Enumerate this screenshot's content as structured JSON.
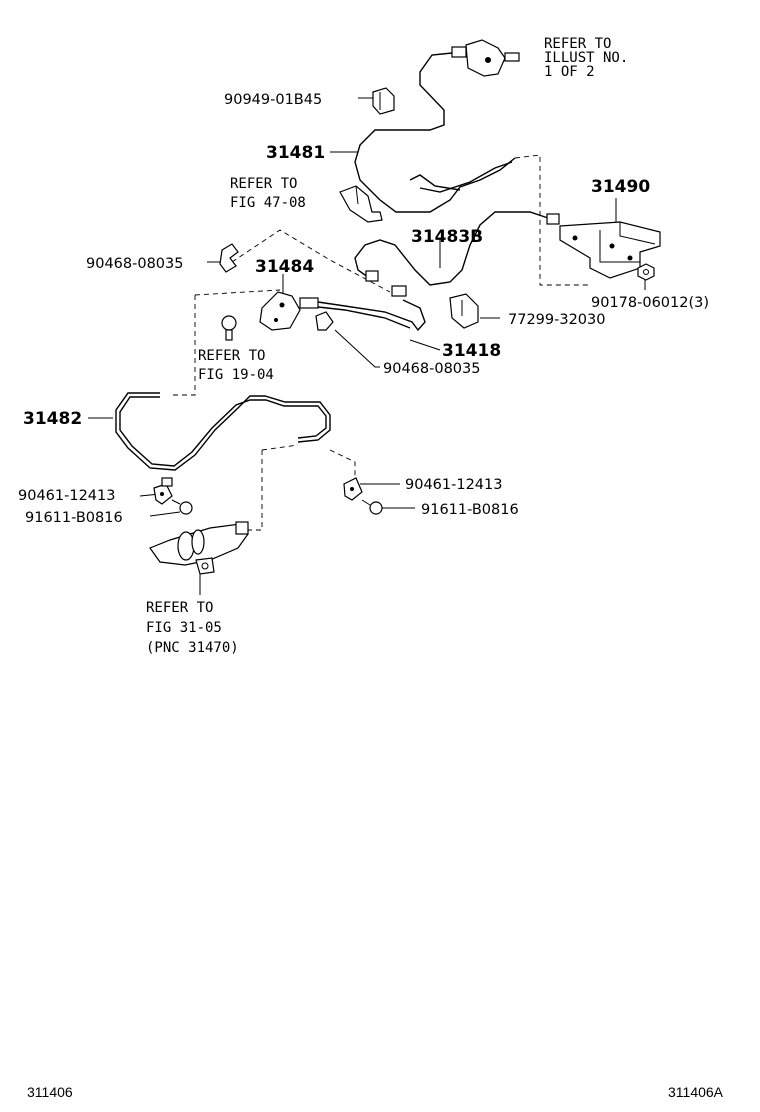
{
  "refer_notes": {
    "illust": [
      "REFER TO",
      "ILLUST NO.",
      "1 OF 2"
    ],
    "fig_47_08": [
      "REFER TO",
      "FIG 47-08"
    ],
    "fig_19_04": [
      "REFER TO",
      "FIG 19-04"
    ],
    "fig_31_05": [
      "REFER TO",
      "FIG  31-05",
      "(PNC  31470)"
    ]
  },
  "main_parts": {
    "p31481": "31481",
    "p31490": "31490",
    "p31483b": "31483B",
    "p31484": "31484",
    "p31418": "31418",
    "p31482": "31482"
  },
  "part_numbers": {
    "p9094901b45": "90949-01B45",
    "p9046808035_a": "90468-08035",
    "p9017806012": "90178-06012(3)",
    "p7729932030": "77299-32030",
    "p9046808035_b": "90468-08035",
    "p9046112413_a": "90461-12413",
    "p91611b0816_a": "91611-B0816",
    "p9046112413_b": "90461-12413",
    "p91611b0816_b": "91611-B0816"
  },
  "footer": {
    "left_code": "311406",
    "right_code": "311406A"
  }
}
